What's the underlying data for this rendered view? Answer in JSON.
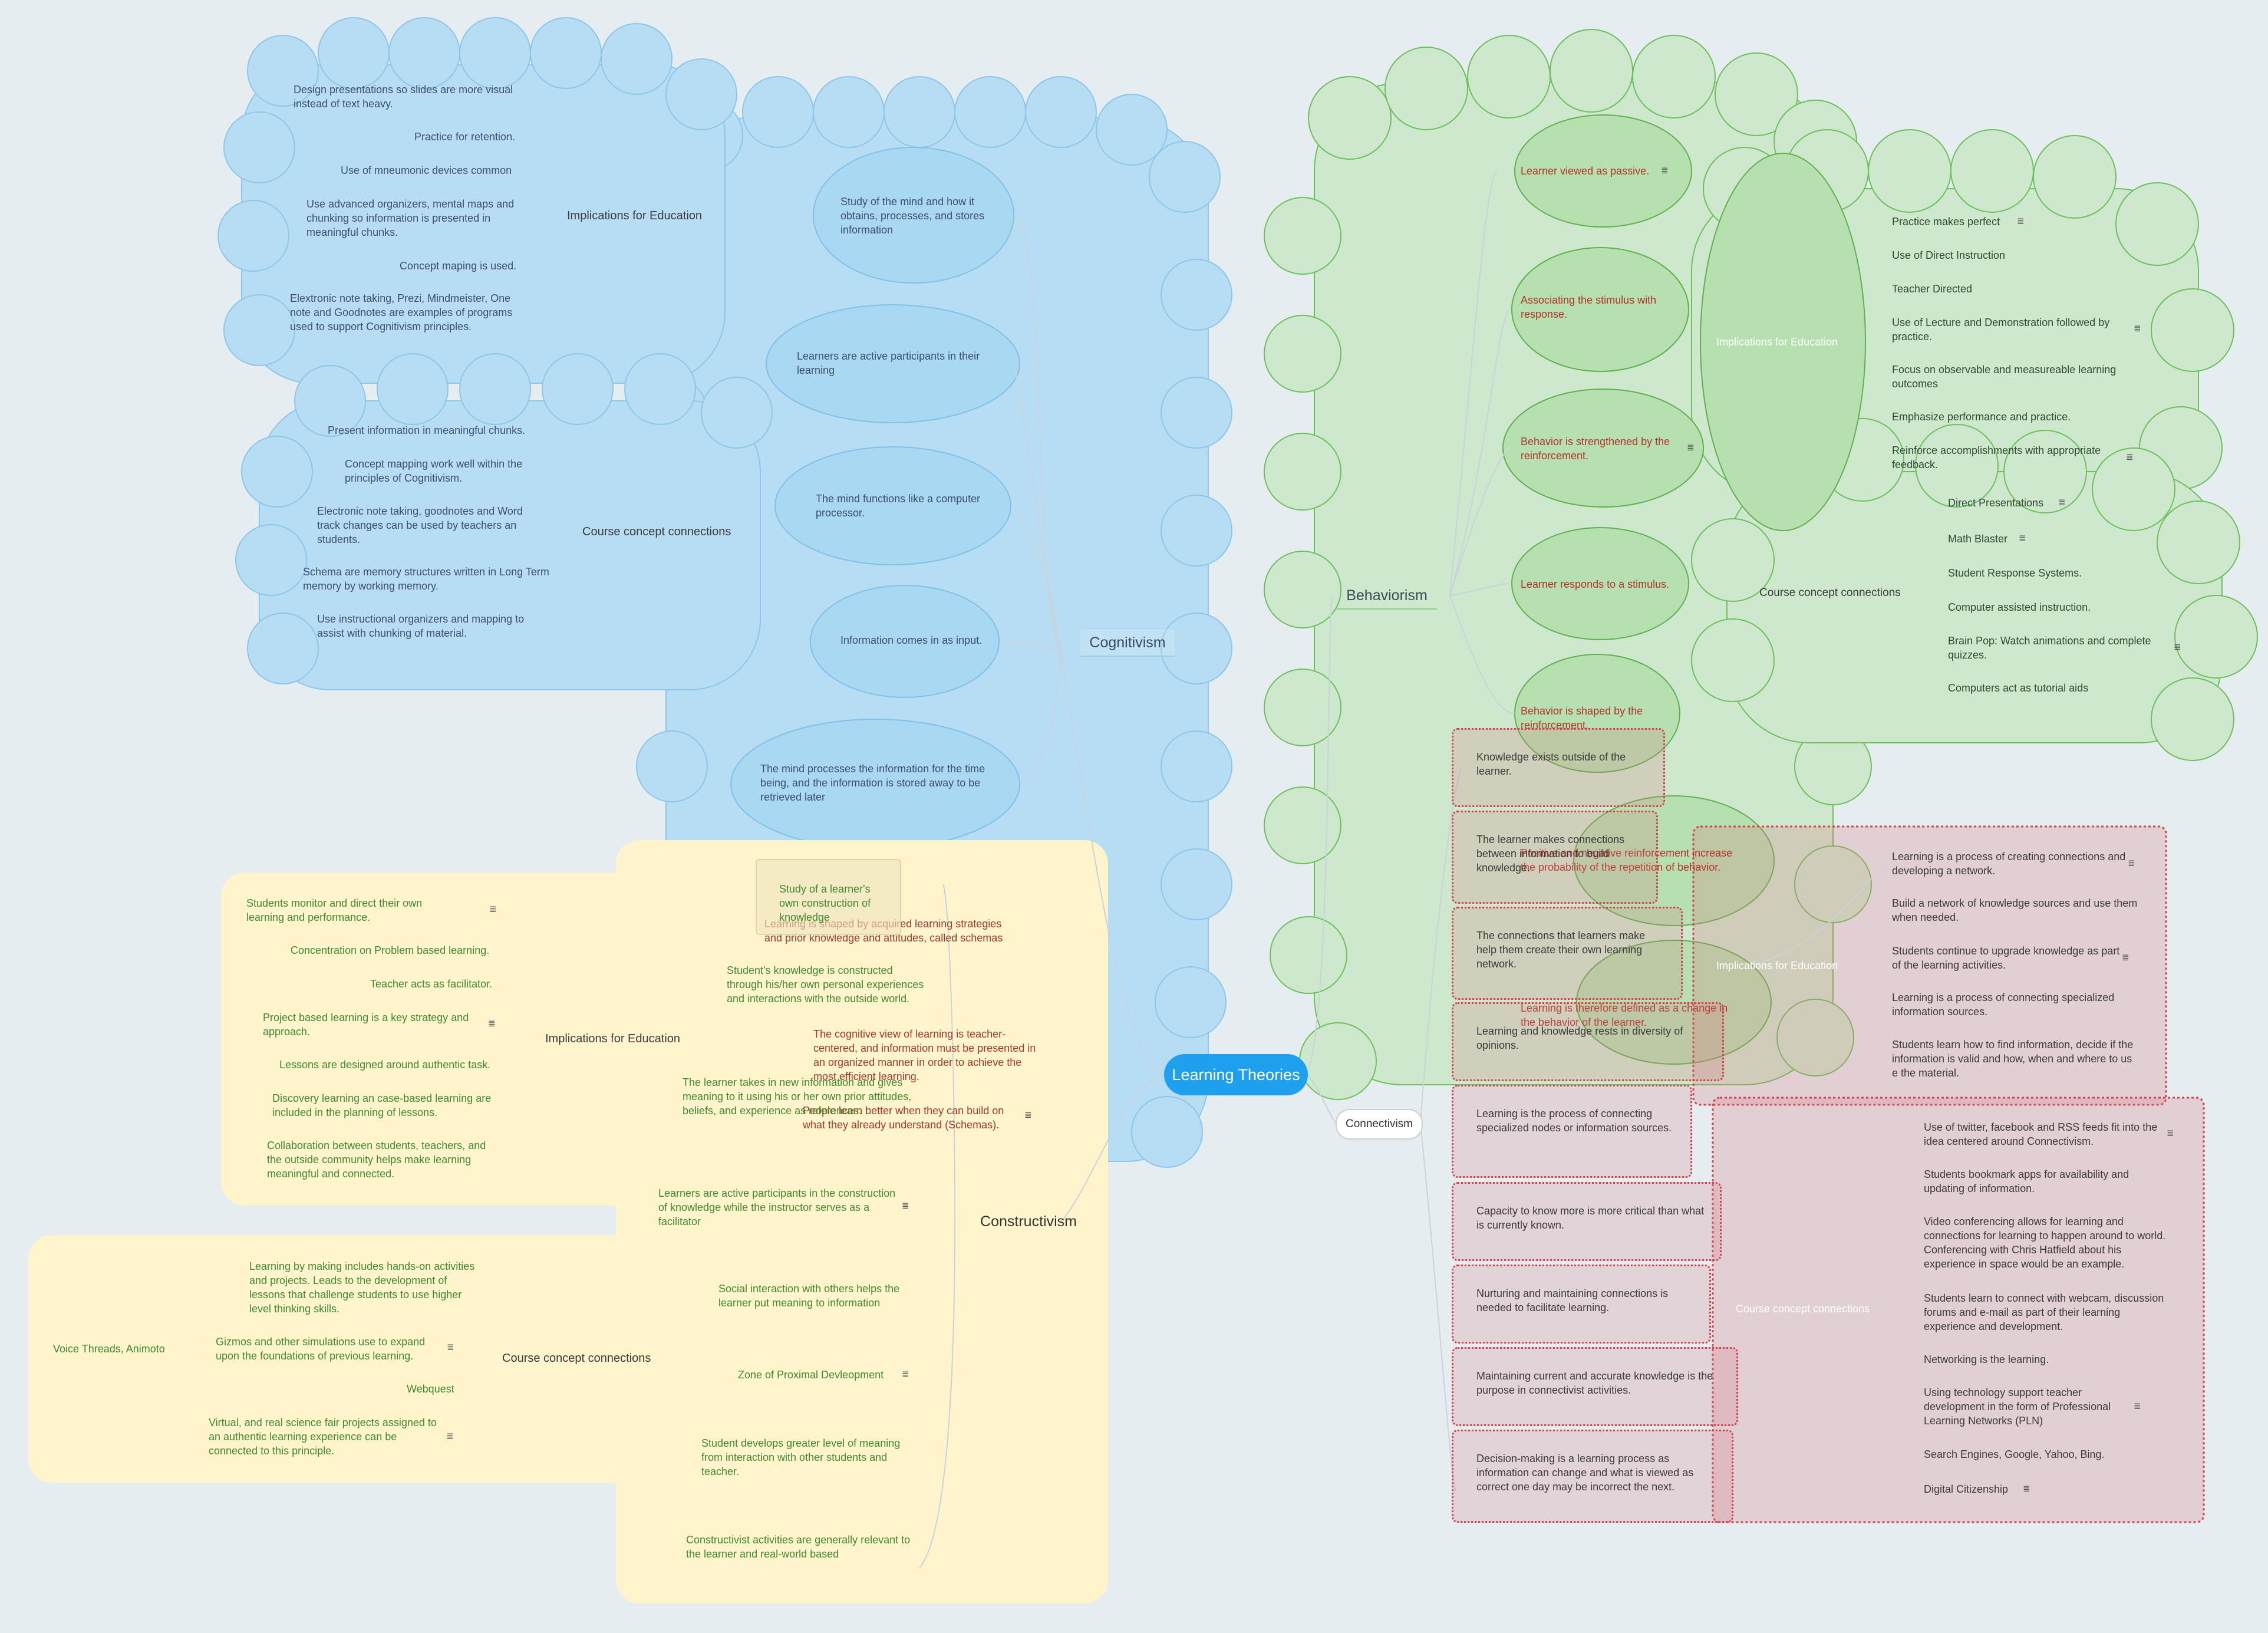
{
  "root": {
    "label": "Learning Theories"
  },
  "colors": {
    "cognitivism": "#b9dff5",
    "behaviorism": "#cde8cd",
    "constructivism": "#fff4cc",
    "connectivism": "#d67880",
    "root": "#1ea0ef"
  },
  "cognitivism": {
    "label": "Cognitivism",
    "main_points": [
      "Study of the mind and how it obtains, processes, and stores information",
      "Learners are active participants in their learning",
      "The mind functions like a computer processor.",
      "Information comes in as input.",
      "The mind processes the information for the time being, and the information is stored away to be retrieved later",
      "Learning is shaped by acquired learning strategies and prior knowledge and attitudes, called schemas",
      "The cognitive view of learning is teacher-centered, and information must be presented in an organized manner in order to achieve the most efficient learning.",
      "People learn better when they can build on what they already understand (Schemas)."
    ],
    "implications": {
      "label": "Implications for Education",
      "items": [
        "Design presentations so slides are more visual instead of text heavy.",
        "Practice for retention.",
        "Use of mneumonic devices common",
        "Use advanced organizers, mental maps and chunking so information is presented in meaningful chunks.",
        "Concept maping is used.",
        "Elextronic note taking, Prezi, Mindmeister, One note and Goodnotes are examples of programs used to support Cognitivism principles."
      ]
    },
    "connections": {
      "label": "Course concept connections",
      "items": [
        "Present information in meaningful chunks.",
        "Concept mapping work well within the principles of Cognitivism.",
        "Electronic note taking, goodnotes and Word track changes can be used by teachers an students.",
        "Schema are memory structures written in Long Term memory by working memory.",
        "Use instructional organizers and mapping to assist with chunking of material."
      ]
    }
  },
  "behaviorism": {
    "label": "Behaviorism",
    "main_points": [
      "Learner viewed as passive.",
      "Associating the stimulus with response.",
      "Behavior is strengthened by the reinforcement.",
      "Learner responds to a stimulus.",
      "Behavior is shaped by the reinforcement.",
      "Positive and negative reinforcement increase the probability of the repetition of behavior.",
      "Learning is therefore defined as a change in the behavior of the learner."
    ],
    "implications": {
      "label": "Implications for Education",
      "items": [
        "Practice makes perfect",
        "Use of Direct Instruction",
        "Teacher Directed",
        "Use of Lecture and Demonstration followed by practice.",
        "Focus on observable and measureable learning outcomes",
        "Emphasize performance and practice.",
        "Reinforce accomplishments with appropriate feedback."
      ]
    },
    "connections": {
      "label": "Course concept connections",
      "items": [
        "Direct Presentations",
        "Math Blaster",
        "Student Response Systems.",
        "Computer assisted instruction.",
        "Brain Pop: Watch animations and complete quizzes.",
        "Computers act as tutorial aids"
      ]
    }
  },
  "constructivism": {
    "label": "Constructivism",
    "main_points": [
      "Study of a learner's own construction of knowledge",
      "Student's knowledge is constructed through his/her own personal experiences and interactions with the outside world.",
      "The learner takes in new information and gives meaning to it using his or her own prior attitudes, beliefs, and experience as references.",
      "Learners are active participants in the construction of knowledge while the instructor serves as a facilitator",
      "Social interaction with others helps the learner put meaning to information",
      "Zone of Proximal Devleopment",
      "Student develops greater level of meaning from interaction with other students and teacher.",
      "Constructivist activities are generally relevant to the learner and real-world based"
    ],
    "implications": {
      "label": "Implications for Education",
      "items": [
        "Students monitor and direct their own learning and performance.",
        "Concentration on Problem based learning.",
        "Teacher acts as facilitator.",
        "Project based learning is a key strategy and approach.",
        "Lessons are designed around authentic task.",
        "Discovery learning an case-based learning are included in the planning of lessons.",
        "Collaboration between students, teachers, and the outside community helps make learning meaningful and connected."
      ]
    },
    "connections": {
      "label": "Course concept connections",
      "items": [
        "Learning by making includes hands-on activities and projects. Leads to the development of lessons that challenge students to use higher level thinking skills.",
        "Gizmos and other simulations use to expand upon the foundations of previous learning.",
        "Webquest",
        "Virtual, and real science fair projects assigned to an authentic learning experience can be connected to this principle."
      ],
      "sub_item": "Voice Threads, Animoto"
    }
  },
  "connectivism": {
    "label": "Connectivism",
    "main_points": [
      "Knowledge exists outside of the learner.",
      "The learner makes connections between information to build knowledge.",
      "The connections that learners make help them create their own learning network.",
      "Learning and knowledge rests in diversity of opinions.",
      "Learning is the process of connecting specialized nodes or information sources.",
      "Capacity to know more is more critical than what is currently known.",
      "Nurturing and maintaining connections is needed to facilitate learning.",
      "Maintaining current and accurate knowledge is the purpose in connectivist activities.",
      "Decision-making is a learning process as information can change and what is viewed as correct one day may be incorrect the next."
    ],
    "implications": {
      "label": "Implications for Education",
      "items": [
        "Learning is a process of creating connections and developing a network.",
        "Build a network of knowledge sources and use them when needed.",
        "Students continue to upgrade knowledge as part of the learning activities.",
        "Learning is a process of connecting specialized information sources.",
        "Students learn how to find information, decide if the information is valid and how, when and where to us e the material."
      ]
    },
    "connections": {
      "label": "Course concept connections",
      "items": [
        "Use of twitter, facebook and RSS feeds fit into the idea centered around Connectivism.",
        "Students bookmark apps for availability and updating of information.",
        "Video conferencing allows for learning and connections for learning to happen around to world. Conferencing with Chris Hatfield about his experience in space would be an example.",
        "Students learn to connect with webcam, discussion forums and e-mail as part of their learning experience and development.",
        "Networking is the learning.",
        "Using technology support teacher development in the form of Professional Learning Networks (PLN)",
        "Search Engines, Google, Yahoo, Bing.",
        "Digital Citizenship"
      ]
    }
  },
  "icons": {
    "note": "note-icon"
  }
}
